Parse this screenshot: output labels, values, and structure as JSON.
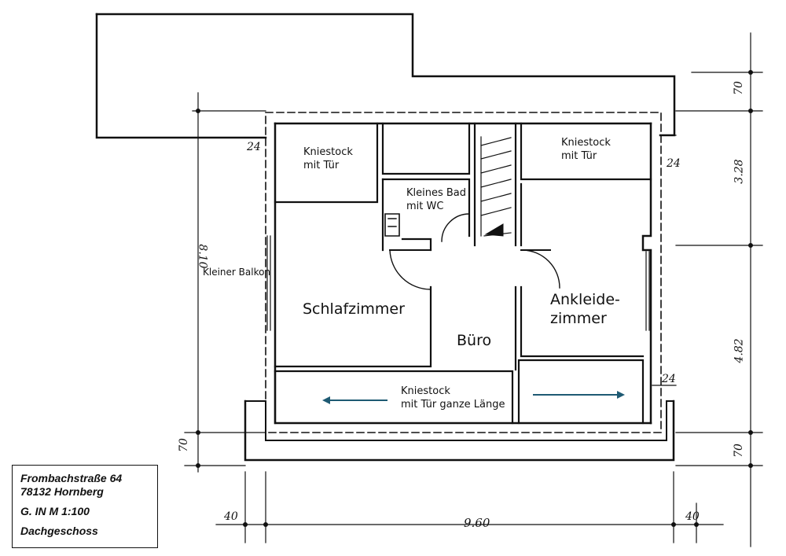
{
  "rooms": {
    "kniestock_top_left": "Kniestock\nmit Tür",
    "kniestock_top_right": "Kniestock\nmit Tür",
    "bad": "Kleines Bad\nmit WC",
    "balkon": "Kleiner Balkon",
    "schlafzimmer": "Schlafzimmer",
    "buero": "Büro",
    "ankleide": "Ankleide-\nzimmer",
    "kniestock_bottom": "Kniestock\nmit Tür ganze Länge"
  },
  "dimensions": {
    "top_right_70": "70",
    "right_328": "3.28",
    "right_482": "4.82",
    "right_bottom_70": "70",
    "left_810": "8.10",
    "left_bottom_70": "70",
    "bottom_40_left": "40",
    "bottom_960": "9.60",
    "bottom_40_right": "40",
    "wall_24_top_left": "24",
    "wall_24_top_right": "24",
    "wall_24_bottom_right": "24"
  },
  "info": {
    "street": "Frombachstraße 64",
    "city": "78132 Hornberg",
    "scale": "G.  IN  M 1:100",
    "floor": "Dachgeschoss"
  },
  "colors": {
    "arrow": "#1e5a73",
    "ink": "#111111"
  }
}
